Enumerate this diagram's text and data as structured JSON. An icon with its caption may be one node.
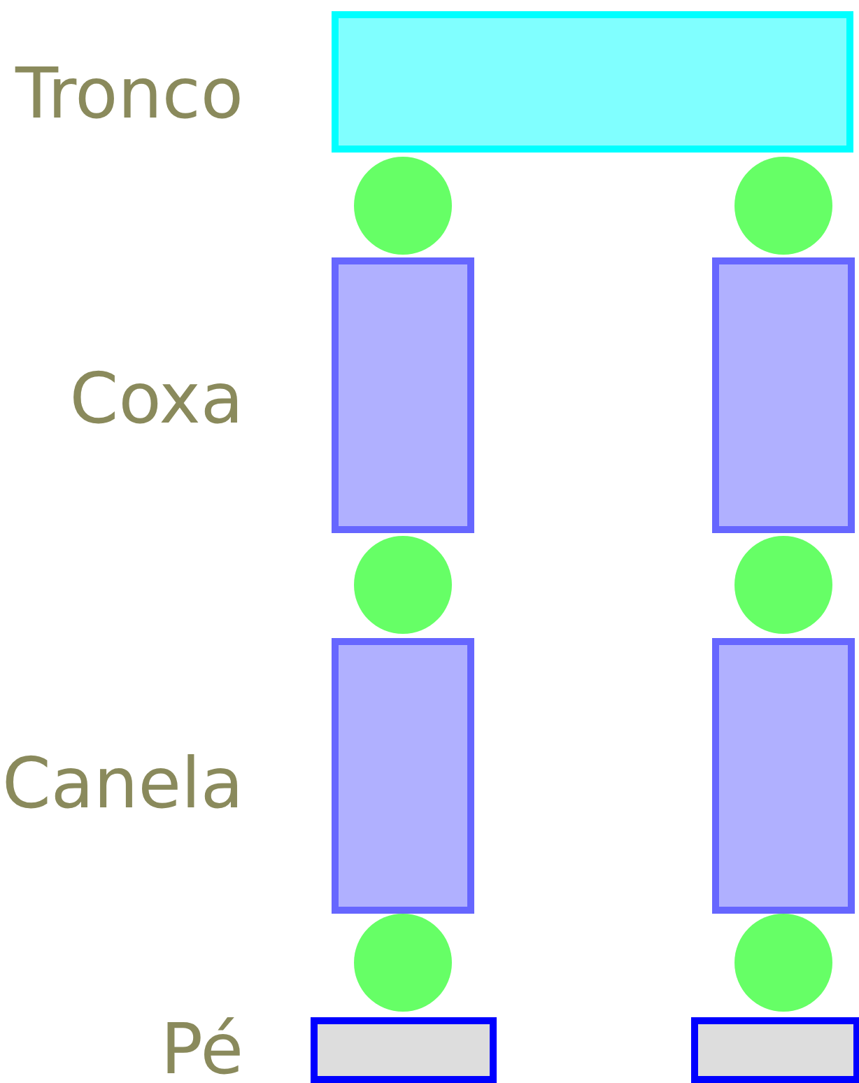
{
  "diagram": {
    "labels": [
      "Tronco",
      "Coxa",
      "Canela",
      "Pé"
    ]
  }
}
